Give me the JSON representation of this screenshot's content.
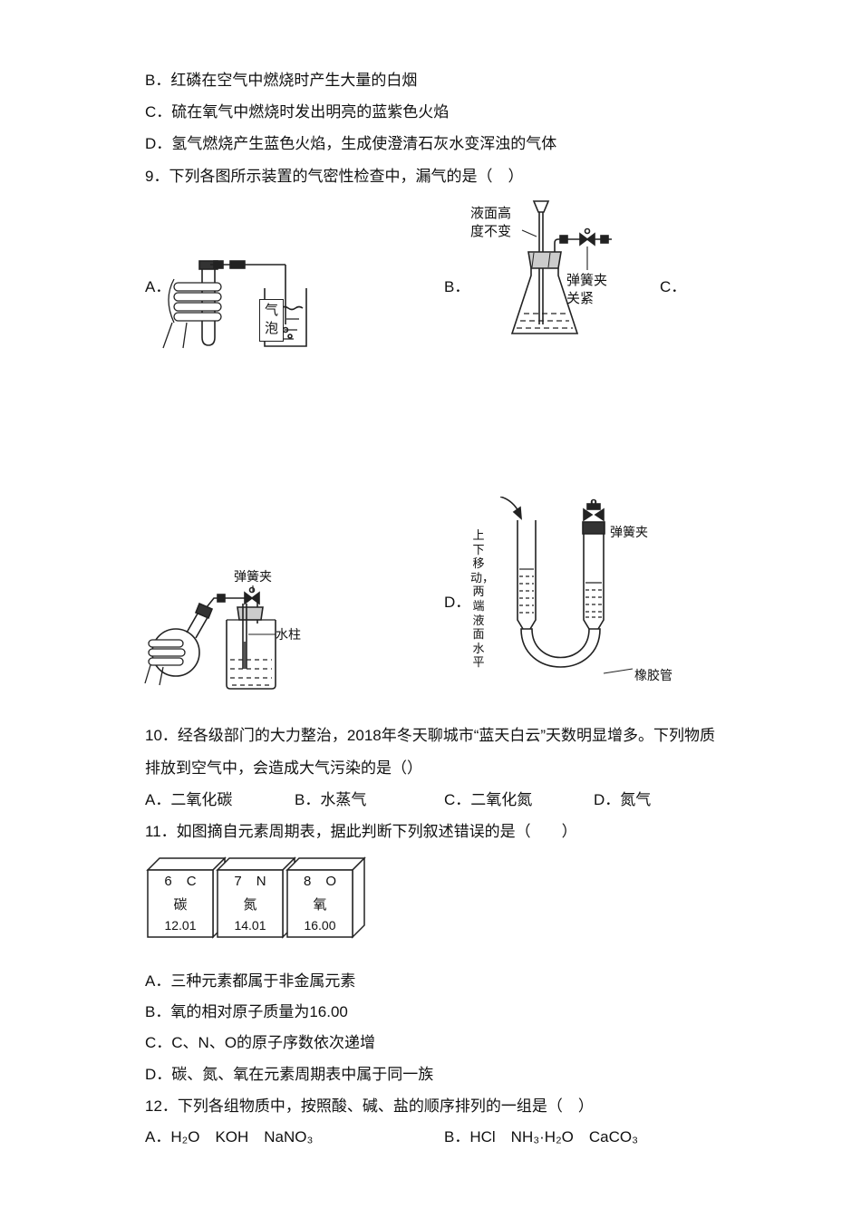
{
  "doc": {
    "q8_options": {
      "b": "B．红磷在空气中燃烧时产生大量的白烟",
      "c": "C．硫在氧气中燃烧时发出明亮的蓝紫色火焰",
      "d": "D．氢气燃烧产生蓝色火焰，生成使澄清石灰水变浑浊的气体"
    },
    "q9": {
      "stem": "9．下列各图所示装置的气密性检查中，漏气的是（　）",
      "label_a": "A．",
      "label_b": "B．",
      "label_c": "C．",
      "label_d": "D．",
      "fig_a": {
        "bubble": "气\n泡"
      },
      "fig_b": {
        "level": "液面高\n度不变",
        "clamp": "弹簧夹\n关紧"
      },
      "fig_c": {
        "clamp": "弹簧夹",
        "water_column": "水柱"
      },
      "fig_d": {
        "move": "上下移动，两端液面水平",
        "clamp": "弹簧夹",
        "rubber": "橡胶管"
      }
    },
    "q10": {
      "stem_line1": "10．经各级部门的大力整治，2018年冬天聊城市“蓝天白云”天数明显增多。下列物质",
      "stem_line2": "排放到空气中，会造成大气污染的是（）",
      "opt_a": "A．二氧化碳",
      "opt_b": "B．水蒸气",
      "opt_c": "C．二氧化氮",
      "opt_d": "D．氮气"
    },
    "q11": {
      "stem": "11．如图摘自元素周期表，据此判断下列叙述错误的是（　　）",
      "cells": [
        {
          "number": "6",
          "symbol": "C",
          "name": "碳",
          "mass": "12.01"
        },
        {
          "number": "7",
          "symbol": "N",
          "name": "氮",
          "mass": "14.01"
        },
        {
          "number": "8",
          "symbol": "O",
          "name": "氧",
          "mass": "16.00"
        }
      ],
      "opt_a": "A．三种元素都属于非金属元素",
      "opt_b": "B．氧的相对原子质量为16.00",
      "opt_c": "C．C、N、O的原子序数依次递增",
      "opt_d": "D．碳、氮、氧在元素周期表中属于同一族"
    },
    "q12": {
      "stem": "12．下列各组物质中，按照酸、碱、盐的顺序排列的一组是（　）",
      "opt_a": "A．H₂O　KOH　NaNO₃",
      "opt_b": "B．HCl　NH₃·H₂O　CaCO₃"
    }
  }
}
